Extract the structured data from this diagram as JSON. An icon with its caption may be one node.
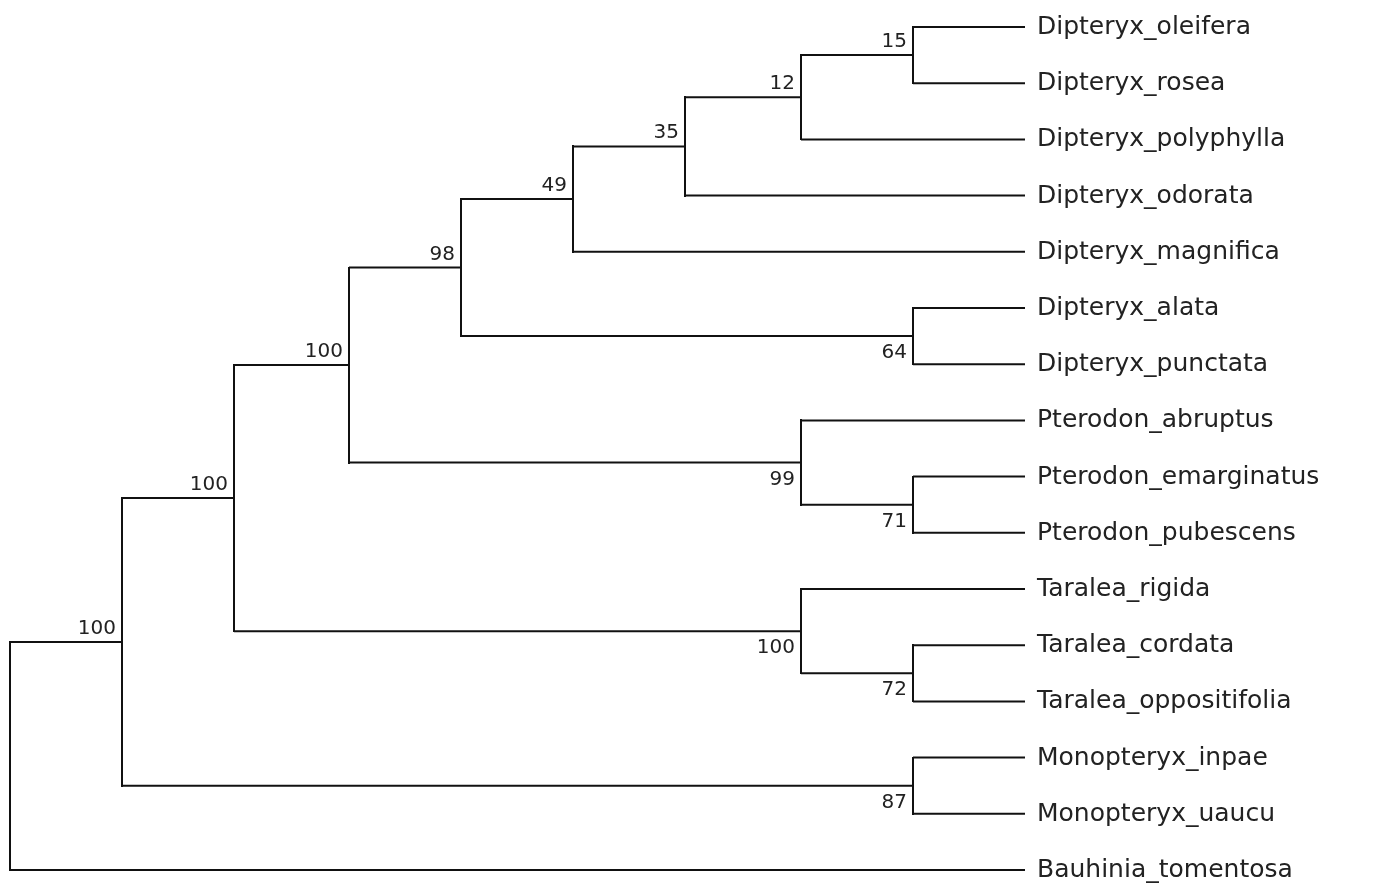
{
  "diagram": {
    "nodes": [
      {
        "text": [],
        "shape": "bar"
      },
      {
        "text": [],
        "shape": "bar",
        "beside": [
          "100"
        ]
      },
      {
        "text": [],
        "shape": "bar",
        "beside": [
          "100"
        ]
      },
      {
        "text": [],
        "shape": "bar",
        "beside": [
          "100"
        ]
      },
      {
        "text": [],
        "shape": "bar",
        "beside": [
          "98"
        ]
      },
      {
        "text": [],
        "shape": "bar",
        "beside": [
          "49"
        ]
      },
      {
        "text": [],
        "shape": "bar",
        "beside": [
          "35"
        ]
      },
      {
        "text": [],
        "shape": "bar",
        "beside": [
          "12"
        ]
      },
      {
        "text": [],
        "shape": "bar",
        "beside": [
          "15"
        ]
      },
      {
        "text": [
          "Dipteryx_oleifera"
        ]
      },
      {
        "text": [
          "Dipteryx_rosea"
        ]
      },
      {
        "text": [
          "Dipteryx_polyphylla"
        ]
      },
      {
        "text": [
          "Dipteryx_odorata"
        ]
      },
      {
        "text": [
          "Dipteryx_magnifica"
        ]
      },
      {
        "text": [],
        "shape": "bar",
        "beside": [
          "64"
        ]
      },
      {
        "text": [
          "Dipteryx_alata"
        ]
      },
      {
        "text": [
          "Dipteryx_punctata"
        ]
      },
      {
        "text": [],
        "shape": "bar",
        "beside": [
          "99"
        ]
      },
      {
        "text": [
          "Pterodon_abruptus"
        ]
      },
      {
        "text": [],
        "shape": "bar",
        "beside": [
          "71"
        ]
      },
      {
        "text": [
          "Pterodon_emarginatus"
        ]
      },
      {
        "text": [
          "Pterodon_pubescens"
        ]
      },
      {
        "text": [],
        "shape": "bar",
        "beside": [
          "100"
        ]
      },
      {
        "text": [
          "Taralea_rigida"
        ]
      },
      {
        "text": [],
        "shape": "bar",
        "beside": [
          "72"
        ]
      },
      {
        "text": [
          "Taralea_cordata"
        ]
      },
      {
        "text": [
          "Taralea_oppositifolia"
        ]
      },
      {
        "text": [],
        "shape": "bar",
        "beside": [
          "87"
        ]
      },
      {
        "text": [
          "Monopteryx_inpae"
        ]
      },
      {
        "text": [
          "Monopteryx_uaucu"
        ]
      },
      {
        "text": [
          "Bauhinia_tomentosa"
        ]
      }
    ],
    "edges": [
      {
        "from": 0,
        "to": 1,
        "arrow": "none"
      },
      {
        "from": 1,
        "to": 2,
        "arrow": "none"
      },
      {
        "from": 2,
        "to": 3,
        "arrow": "none"
      },
      {
        "from": 3,
        "to": 4,
        "arrow": "none"
      },
      {
        "from": 4,
        "to": 5,
        "arrow": "none"
      },
      {
        "from": 5,
        "to": 6,
        "arrow": "none"
      },
      {
        "from": 6,
        "to": 7,
        "arrow": "none"
      },
      {
        "from": 7,
        "to": 8,
        "arrow": "none"
      },
      {
        "from": 8,
        "to": 9,
        "arrow": "none"
      },
      {
        "from": 8,
        "to": 10,
        "arrow": "none"
      },
      {
        "from": 7,
        "to": 11,
        "arrow": "none"
      },
      {
        "from": 6,
        "to": 12,
        "arrow": "none"
      },
      {
        "from": 5,
        "to": 13,
        "arrow": "none"
      },
      {
        "from": 4,
        "to": 14,
        "arrow": "none"
      },
      {
        "from": 14,
        "to": 15,
        "arrow": "none"
      },
      {
        "from": 14,
        "to": 16,
        "arrow": "none"
      },
      {
        "from": 3,
        "to": 17,
        "arrow": "none"
      },
      {
        "from": 17,
        "to": 18,
        "arrow": "none"
      },
      {
        "from": 17,
        "to": 19,
        "arrow": "none"
      },
      {
        "from": 19,
        "to": 20,
        "arrow": "none"
      },
      {
        "from": 19,
        "to": 21,
        "arrow": "none"
      },
      {
        "from": 2,
        "to": 22,
        "arrow": "none"
      },
      {
        "from": 22,
        "to": 23,
        "arrow": "none"
      },
      {
        "from": 22,
        "to": 24,
        "arrow": "none"
      },
      {
        "from": 24,
        "to": 25,
        "arrow": "none"
      },
      {
        "from": 24,
        "to": 26,
        "arrow": "none"
      },
      {
        "from": 1,
        "to": 27,
        "arrow": "none"
      },
      {
        "from": 27,
        "to": 28,
        "arrow": "none"
      },
      {
        "from": 27,
        "to": 29,
        "arrow": "none"
      },
      {
        "from": 0,
        "to": 30,
        "arrow": "none"
      }
    ]
  }
}
